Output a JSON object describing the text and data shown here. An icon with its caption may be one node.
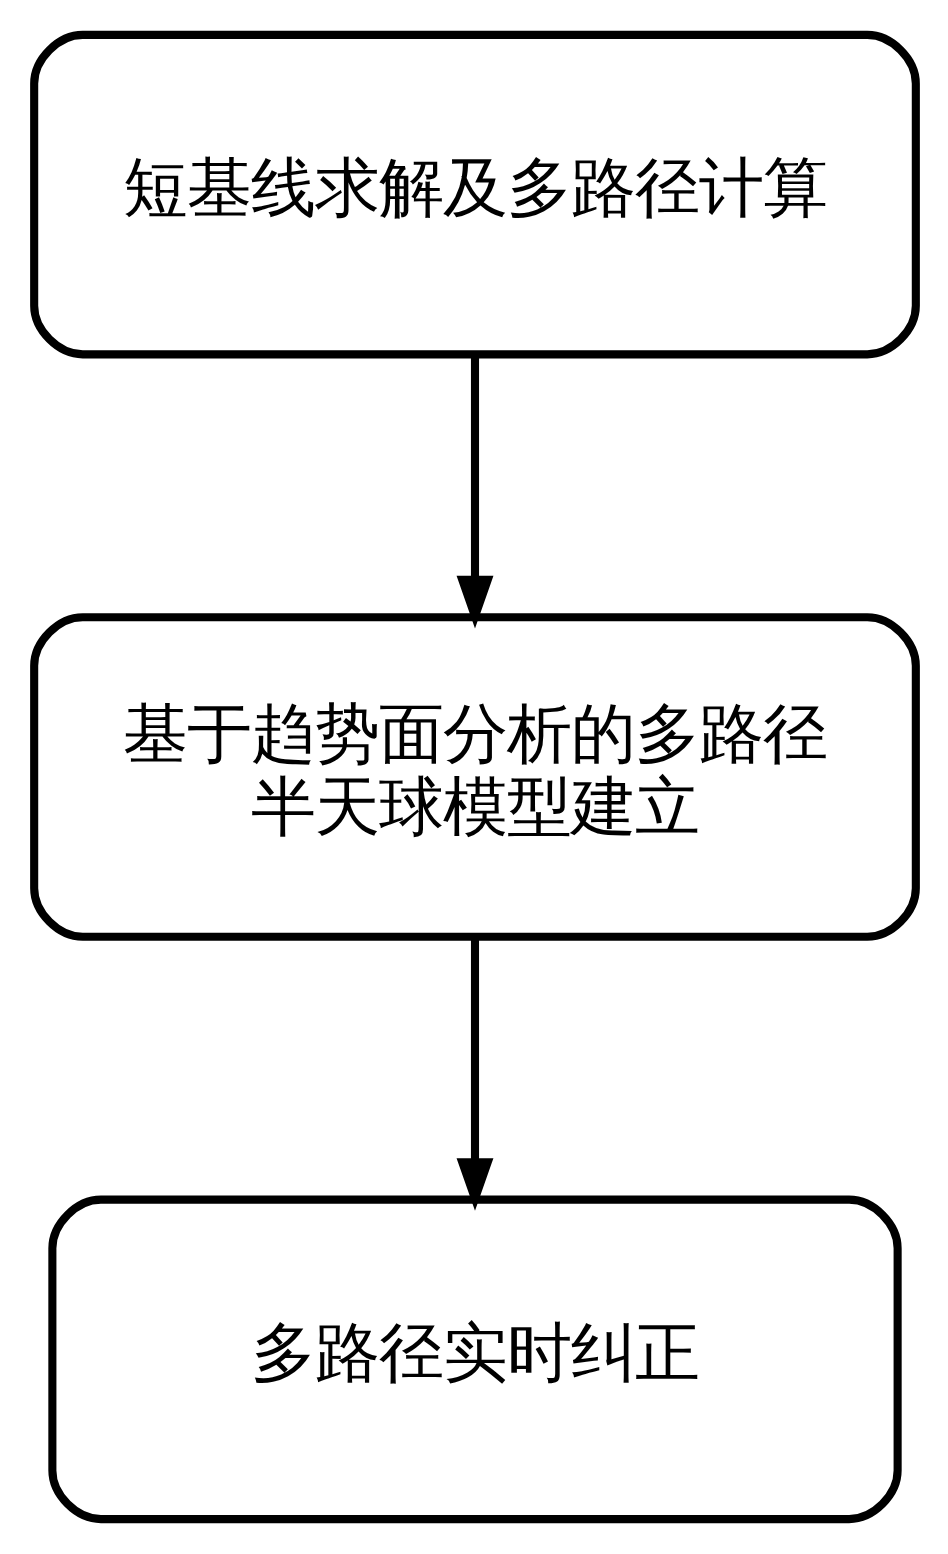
{
  "diagram": {
    "nodes": [
      {
        "text": [
          "短基线求解及多路径计算"
        ]
      },
      {
        "text": [
          "基于趋势面分析的多路径半天球模型建立"
        ]
      },
      {
        "text": [
          "多路径实时纠正"
        ]
      }
    ],
    "edges": [
      {
        "from": 0,
        "to": 1,
        "arrow": "to"
      },
      {
        "from": 1,
        "to": 2,
        "arrow": "to"
      }
    ]
  }
}
